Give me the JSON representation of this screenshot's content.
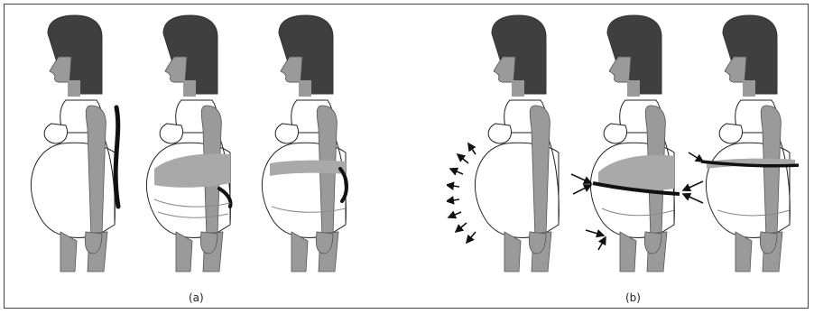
{
  "panels": [
    {
      "id": "a",
      "caption": "(a)"
    },
    {
      "id": "b",
      "caption": "(b)"
    }
  ],
  "colors": {
    "hair": "#3f3f3f",
    "skin": "#9a9a9a",
    "belly_shade": "#a9a9a9",
    "outline": "#222222",
    "band": "#111111"
  }
}
